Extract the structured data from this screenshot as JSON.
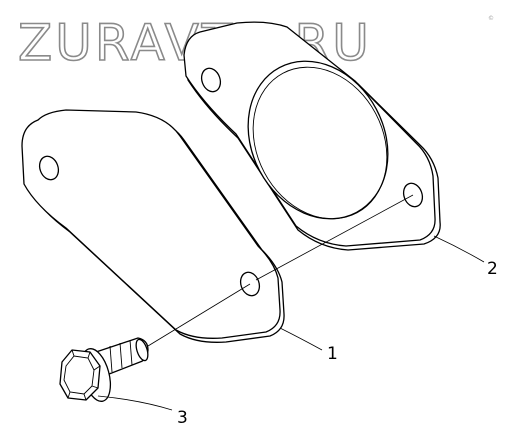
{
  "watermark": {
    "text": "ZURAVTO.RU",
    "mark": "©"
  },
  "callouts": [
    {
      "id": "1",
      "label": "1"
    },
    {
      "id": "2",
      "label": "2"
    },
    {
      "id": "3",
      "label": "3"
    }
  ],
  "colors": {
    "line": "#000000",
    "watermark_stroke": "#8a8a8a",
    "background": "#ffffff"
  }
}
